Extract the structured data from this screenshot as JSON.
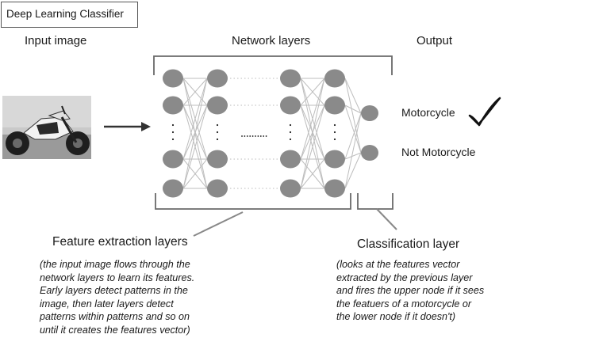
{
  "title": "Deep Learning Classifier",
  "headers": {
    "input": "Input image",
    "network": "Network layers",
    "output": "Output"
  },
  "outputs": {
    "upper": "Motorcycle",
    "lower": "Not Motorcycle"
  },
  "feature": {
    "title": "Feature extraction layers",
    "description": "(the input image flows through the\nnetwork layers to learn its features.\nEarly layers detect patterns in the\nimage, then later layers detect\npatterns within patterns and so on\nuntil it creates the features vector)"
  },
  "classification": {
    "title": "Classification layer",
    "description": "(looks at the features vector\nextracted by the previous layer\nand fires the upper node if it sees\nthe featuers of a motorcycle or\nthe lower node if it doesn't)"
  },
  "colors": {
    "node": "#8a8a8a",
    "edge": "#bdbdbd",
    "bracket": "#6a6a6a",
    "text": "#1a1a1a"
  }
}
